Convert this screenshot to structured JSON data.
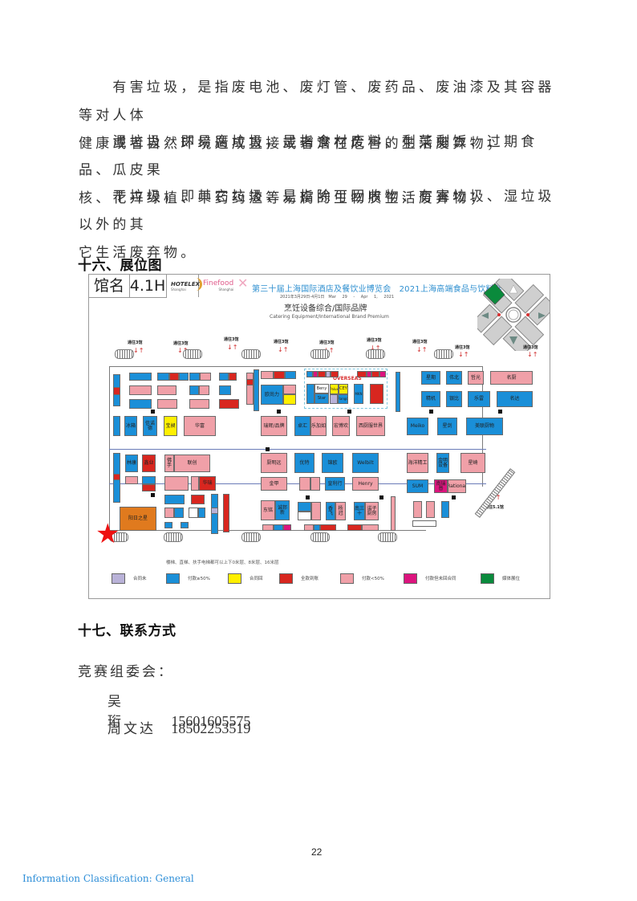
{
  "body_text": {
    "paragraphs": [
      "有害垃圾，是指废电池、废灯管、废药品、废油漆及其容器等对人体健康或者自然环境造成直接或者潜在危害的生活废弃物；",
      "湿垃圾，即易腐垃圾，是指食材废料、剩菜剩饭、过期食品、瓜皮果核、花卉绿植、中药药渣等易腐的生物质生活废弃物；",
      "干垃圾，即其它垃圾，是指除可回收物、有害垃圾、湿垃圾以外的其它生活废弃物。"
    ],
    "lines": [
      "　　有害垃圾，是指废电池、废灯管、废药品、废油漆及其容器等对人体",
      "健康或者自然环境造成直接或者潜在危害的生活废弃物；",
      "　　湿垃圾，即易腐垃圾，是指食材废料、剩菜剩饭、过期食品、瓜皮果",
      "核、花卉绿植、中药药渣等易腐的生物质生活废弃物；",
      "　　干垃圾，即其它垃圾，是指除可回收物、有害垃圾、湿垃圾以外的其",
      "它生活废弃物。"
    ]
  },
  "section16": {
    "heading": "十六、展位图"
  },
  "floor_plan": {
    "hall_label": "馆名",
    "hall_code": "4.1H",
    "logo_hotelex": "HOTELEX",
    "logo_hotelex_sub": "Shanghai",
    "logo_finefood": "Finefood",
    "logo_finefood_sub": "Shanghai",
    "event_title": "第三十届上海国际酒店及餐饮业博览会　2021上海高端食品与饮料展",
    "event_dates": "2021年3月29日-4月1日　Mar 29 - Apr 1, 2021",
    "zone_title_cn": "烹饪设备综合/国际品牌",
    "zone_title_en": "Catering Equipment/International  Brand  Premium",
    "gates": [
      "通往3馆",
      "通往3馆",
      "通往3馆",
      "通往3馆",
      "通往3馆",
      "通往3馆",
      "通往3馆",
      "通往3馆",
      "通往3馆"
    ],
    "exit_to_51": "通往5.1馆",
    "overseas_label": "OVERSEAS",
    "booths": {
      "b1": "冰箱",
      "b2": "信诺德",
      "b3": "宝昶",
      "b4": "华富",
      "b5": "欧尚力",
      "b6": "瑞辉/品牌",
      "b7": "卓汇",
      "b8": "乐加如",
      "b9": "宏博欢",
      "b10": "西厨服世界",
      "b11": "Meiko",
      "b12": "星剑",
      "b13": "美联厨物",
      "b14": "名厨",
      "b15": "星期",
      "b16": "伟北",
      "b17": "哲光",
      "b18": "精机",
      "b19": "银比",
      "b20": "乐雷",
      "b21": "名达",
      "b22": "林康",
      "b23": "鑫业",
      "b24": "华瑞",
      "b25": "联创",
      "b26": "佛手",
      "b27": "阳日之星",
      "b28": "厨明远",
      "b29": "金甲",
      "b30": "东铭",
      "b31": "诚邦新",
      "b32": "优特",
      "b33": "锦欧",
      "b34": "Welbilt",
      "b35": "皇利行",
      "b36": "Henry",
      "b37": "香飞",
      "b38": "杨冠",
      "b39": "南三十",
      "b40": "诺子厨房",
      "b41": "海洋精工",
      "b42": "金明设备",
      "b43": "星崎",
      "b44": "SUM",
      "b45": "南瑞普",
      "b46": "Rational",
      "b47": "Beny",
      "b48": "Star",
      "b49": "Palux",
      "b50": "CEY",
      "b51": "Rango",
      "b52": "MKN"
    },
    "elevator_note": "楼梯、直梯、扶手电梯都可以上下0米层、8米层、16米层",
    "legend": [
      {
        "label": "合同未",
        "color": "#b9b2d8"
      },
      {
        "label": "付款≥50%",
        "color": "#1a8fd8"
      },
      {
        "label": "合同回",
        "color": "#ffef00"
      },
      {
        "label": "全款到账",
        "color": "#d8261f"
      },
      {
        "label": "付款<50%",
        "color": "#f0a0a8"
      },
      {
        "label": "付款但未回合同",
        "color": "#dc147e"
      },
      {
        "label": "媒体展位",
        "color": "#0a8a3c"
      }
    ],
    "highlight_marker": "star-marker"
  },
  "section17": {
    "heading": "十七、联系方式",
    "committee_label": "竞赛组委会：",
    "contacts": [
      {
        "name": "吴珩",
        "phone": "15601605575"
      },
      {
        "name": "周文达",
        "phone": "18502253519"
      }
    ]
  },
  "footer": {
    "page_number": "22",
    "classification": "Information Classification: General"
  }
}
